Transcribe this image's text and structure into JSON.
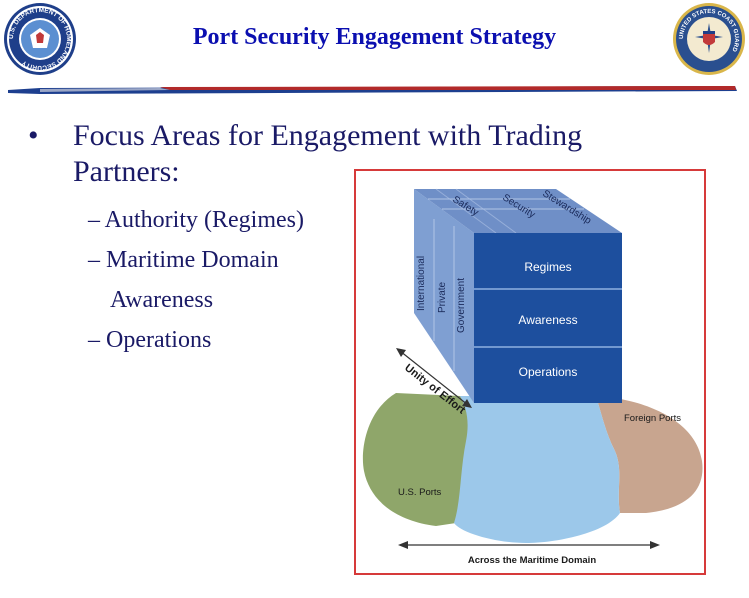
{
  "header": {
    "title": "Port Security Engagement Strategy",
    "dhs_seal_text": "U.S. DEPARTMENT OF HOMELAND SECURITY",
    "uscg_seal_text": "UNITED STATES COAST GUARD"
  },
  "bullets": {
    "main_bullet": "•",
    "main_text": "Focus Areas for Engagement with Trading Partners:",
    "sub_items": [
      "– Authority (Regimes)",
      "– Maritime Domain",
      "Awareness",
      "– Operations"
    ]
  },
  "diagram": {
    "top_labels": [
      "Safety",
      "Security",
      "Stewardship"
    ],
    "side_labels": [
      "International",
      "Private",
      "Government"
    ],
    "front_labels": [
      "Regimes",
      "Awareness",
      "Operations"
    ],
    "unity_label": "Unity of Effort",
    "left_region": "U.S. Ports",
    "right_region": "Foreign Ports",
    "bottom_label": "Across the Maritime Domain",
    "colors": {
      "frame": "#d63a3a",
      "cube_front": "#1d4f9e",
      "cube_side": "#7f9fd2",
      "cube_top": "#6f8fc7",
      "us_ports": "#8fa66a",
      "foreign_ports": "#c8a58f",
      "water": "#9cc8ea"
    }
  }
}
